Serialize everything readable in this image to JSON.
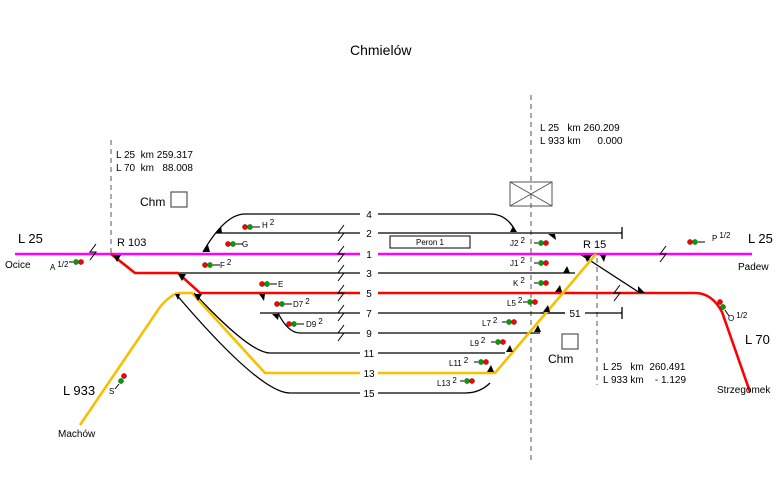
{
  "title": "Chmielów",
  "colors": {
    "line_25": "#ff00ff",
    "line_70": "#ff0000",
    "line_933": "#f5c000",
    "track": "#000000",
    "signal_red": "#ff0000",
    "signal_green": "#00a000"
  },
  "lines": {
    "l25_left": "L 25",
    "l25_right": "L 25",
    "l70": "L 70",
    "l933": "L 933"
  },
  "stations": {
    "ocice": "Ocice",
    "padew": "Padew",
    "strzegomek": "Strzegomek",
    "machow": "Machów"
  },
  "kilometrage": {
    "west": [
      "L 25  km 259.317",
      "L 70  km   88.008"
    ],
    "east_top": [
      "L 25   km 260.209",
      "L 933 km      0.000"
    ],
    "east_bottom": [
      "L 25   km  260.491",
      "L 933 km    - 1.129"
    ]
  },
  "signal_boxes": {
    "chm_west": "Chm",
    "chm_east": "Chm"
  },
  "switches": {
    "r103": "R 103",
    "r15": "R 15"
  },
  "platform": "Peron 1",
  "tracks": [
    "4",
    "2",
    "1",
    "3",
    "5",
    "7",
    "9",
    "11",
    "13",
    "15",
    "51"
  ],
  "signals": {
    "a": {
      "name": "A",
      "sup": "1/2"
    },
    "f": {
      "name": "F",
      "sup": "2"
    },
    "g": {
      "name": "G",
      "sup": ""
    },
    "h": {
      "name": "H",
      "sup": "2"
    },
    "e": {
      "name": "E",
      "sup": ""
    },
    "d7": {
      "name": "D7",
      "sup": "2"
    },
    "d9": {
      "name": "D9",
      "sup": "2"
    },
    "j2": {
      "name": "J2",
      "sup": "2"
    },
    "j1": {
      "name": "J1",
      "sup": "2"
    },
    "k": {
      "name": "K",
      "sup": "2"
    },
    "l5": {
      "name": "L5",
      "sup": "2"
    },
    "l7": {
      "name": "L7",
      "sup": "2"
    },
    "l9": {
      "name": "L9",
      "sup": "2"
    },
    "l11": {
      "name": "L11",
      "sup": "2"
    },
    "l13": {
      "name": "L13",
      "sup": "2"
    },
    "p": {
      "name": "P",
      "sup": "1/2"
    },
    "o": {
      "name": "O",
      "sup": "1/2"
    },
    "s": {
      "name": "S",
      "sup": ""
    }
  }
}
